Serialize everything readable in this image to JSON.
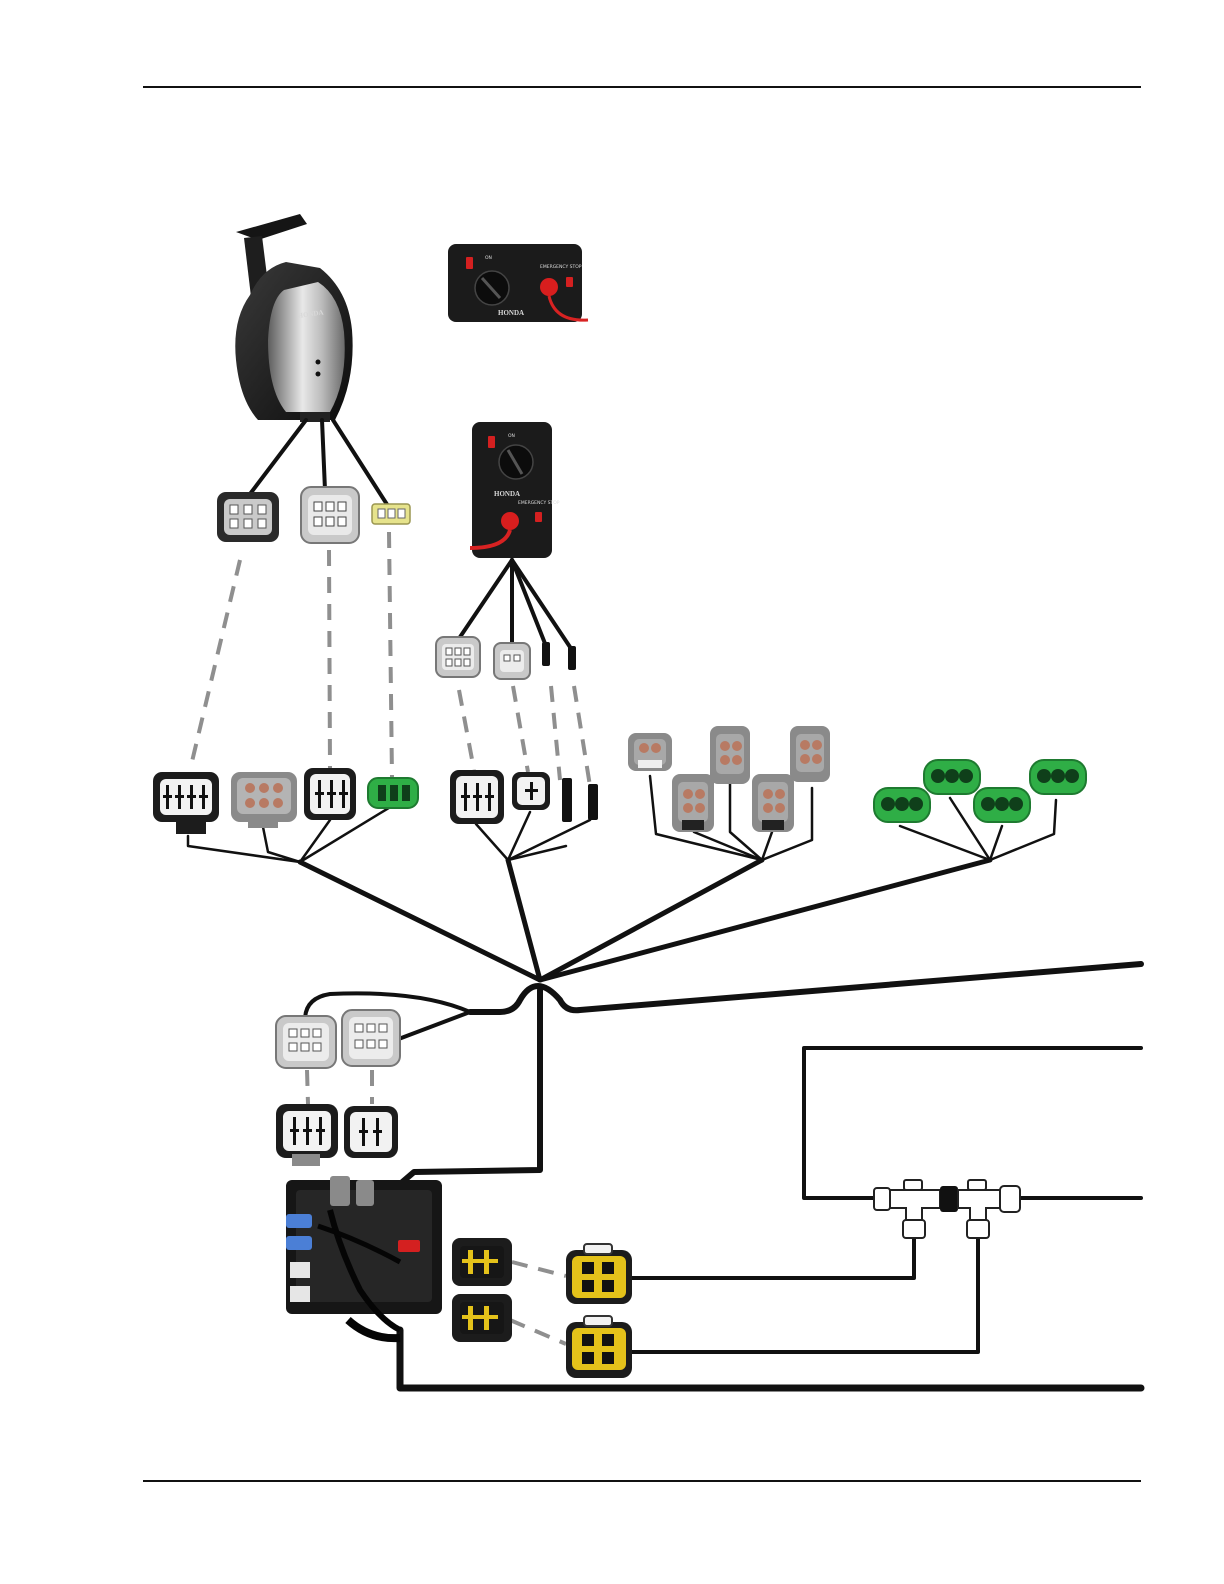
{
  "brand": "HONDA",
  "panels": {
    "switch_on_label": "ON",
    "emergency_stop_label": "EMERGENCY STOP"
  },
  "colors": {
    "wire": "#111111",
    "dash": "#8f8f8f",
    "dark_connector": "#2a2a2a",
    "light_connector": "#c9c9c9",
    "yellow_connector": "#e4c21a",
    "green_connector": "#2fae46",
    "pale_yellow_connector": "#e6e38c",
    "terminal": "#b87a63"
  },
  "icons": [
    "remote-control-lever-icon",
    "switch-panel-icon",
    "connector-icon",
    "t-connector-icon",
    "junction-box-icon"
  ]
}
